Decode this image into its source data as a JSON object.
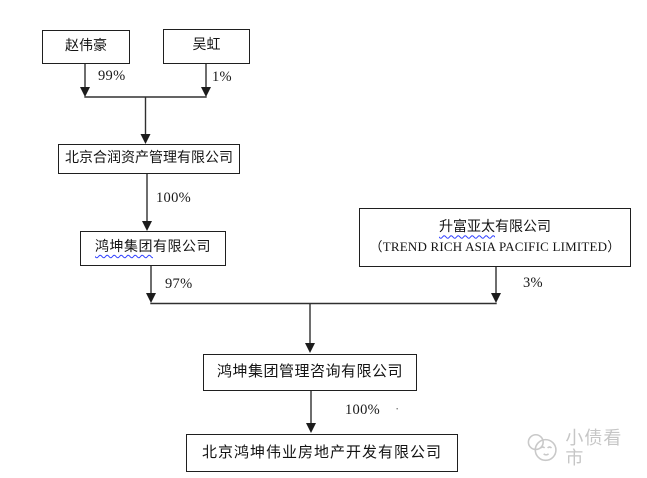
{
  "diagram": {
    "nodes": {
      "zhao": {
        "label": "赵伟豪"
      },
      "wu": {
        "label": "吴虹"
      },
      "herun": {
        "label": "北京合润资产管理有限公司"
      },
      "hongkun": {
        "underlined": "鸿坤集团",
        "rest": "有限公司"
      },
      "trend": {
        "line1_underlined": "升富亚太",
        "line1_rest": "有限公司",
        "line2": "（TREND RICH ASIA PACIFIC LIMITED）"
      },
      "consult": {
        "label": "鸿坤集团管理咨询有限公司"
      },
      "weiye": {
        "label": "北京鸿坤伟业房地产开发有限公司"
      }
    },
    "edge_labels": {
      "zhao_to_herun": "99%",
      "wu_to_herun": "1%",
      "herun_to_hongkun": "100%",
      "hongkun_to_consult": "97%",
      "trend_to_consult": "3%",
      "consult_to_weiye": "100%",
      "stray_mark": "·"
    },
    "colors": {
      "line": "#303030",
      "box_border": "#1f1f1f",
      "squiggle": "#2b3cff",
      "watermark": "#c6c6c6"
    }
  },
  "watermark": {
    "text": "小债看市"
  }
}
